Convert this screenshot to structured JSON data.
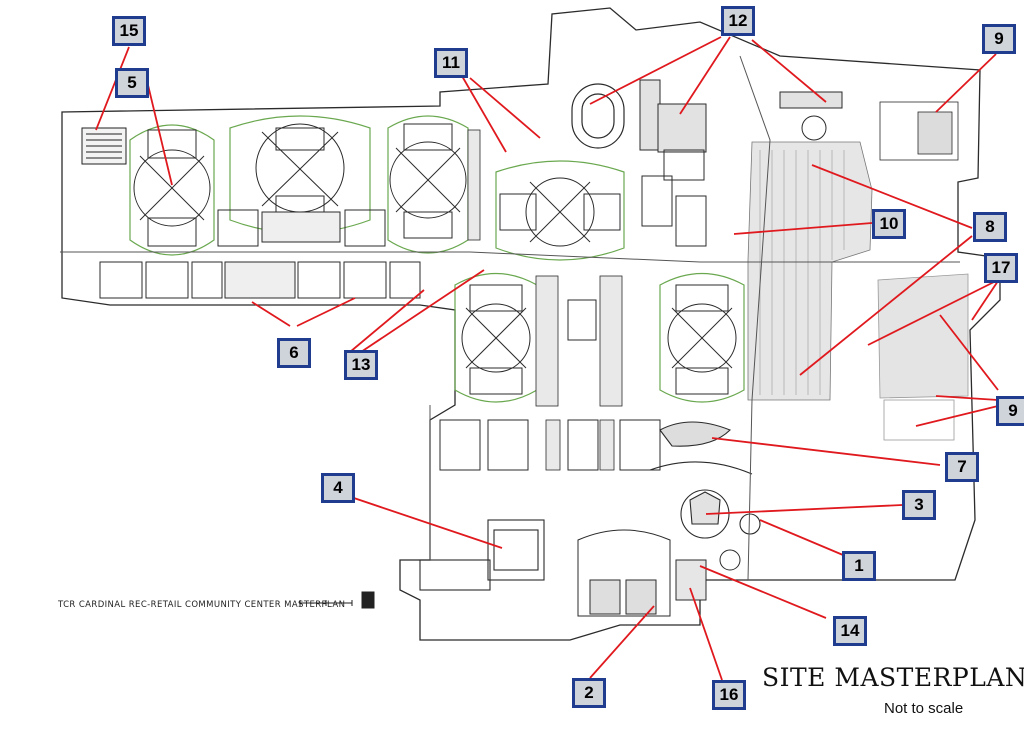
{
  "plan_title": "TCR CARDINAL REC-RETAIL COMMUNITY CENTER MASTERPLAN",
  "site_title": "SITE MASTERPLAN",
  "scale_note": "Not to scale",
  "markers": [
    {
      "number": "1"
    },
    {
      "number": "2"
    },
    {
      "number": "3"
    },
    {
      "number": "4"
    },
    {
      "number": "5"
    },
    {
      "number": "6"
    },
    {
      "number": "7"
    },
    {
      "number": "8"
    },
    {
      "number": "9"
    },
    {
      "number": "9"
    },
    {
      "number": "10"
    },
    {
      "number": "11"
    },
    {
      "number": "12"
    },
    {
      "number": "13"
    },
    {
      "number": "14"
    },
    {
      "number": "15"
    },
    {
      "number": "16"
    },
    {
      "number": "17"
    }
  ],
  "colors": {
    "marker_fill": "#cfd3da",
    "marker_border": "#1f3c8f",
    "callout_line": "#e0191e",
    "linework": "#2b2b2b",
    "green_outline": "#6aa84f"
  }
}
